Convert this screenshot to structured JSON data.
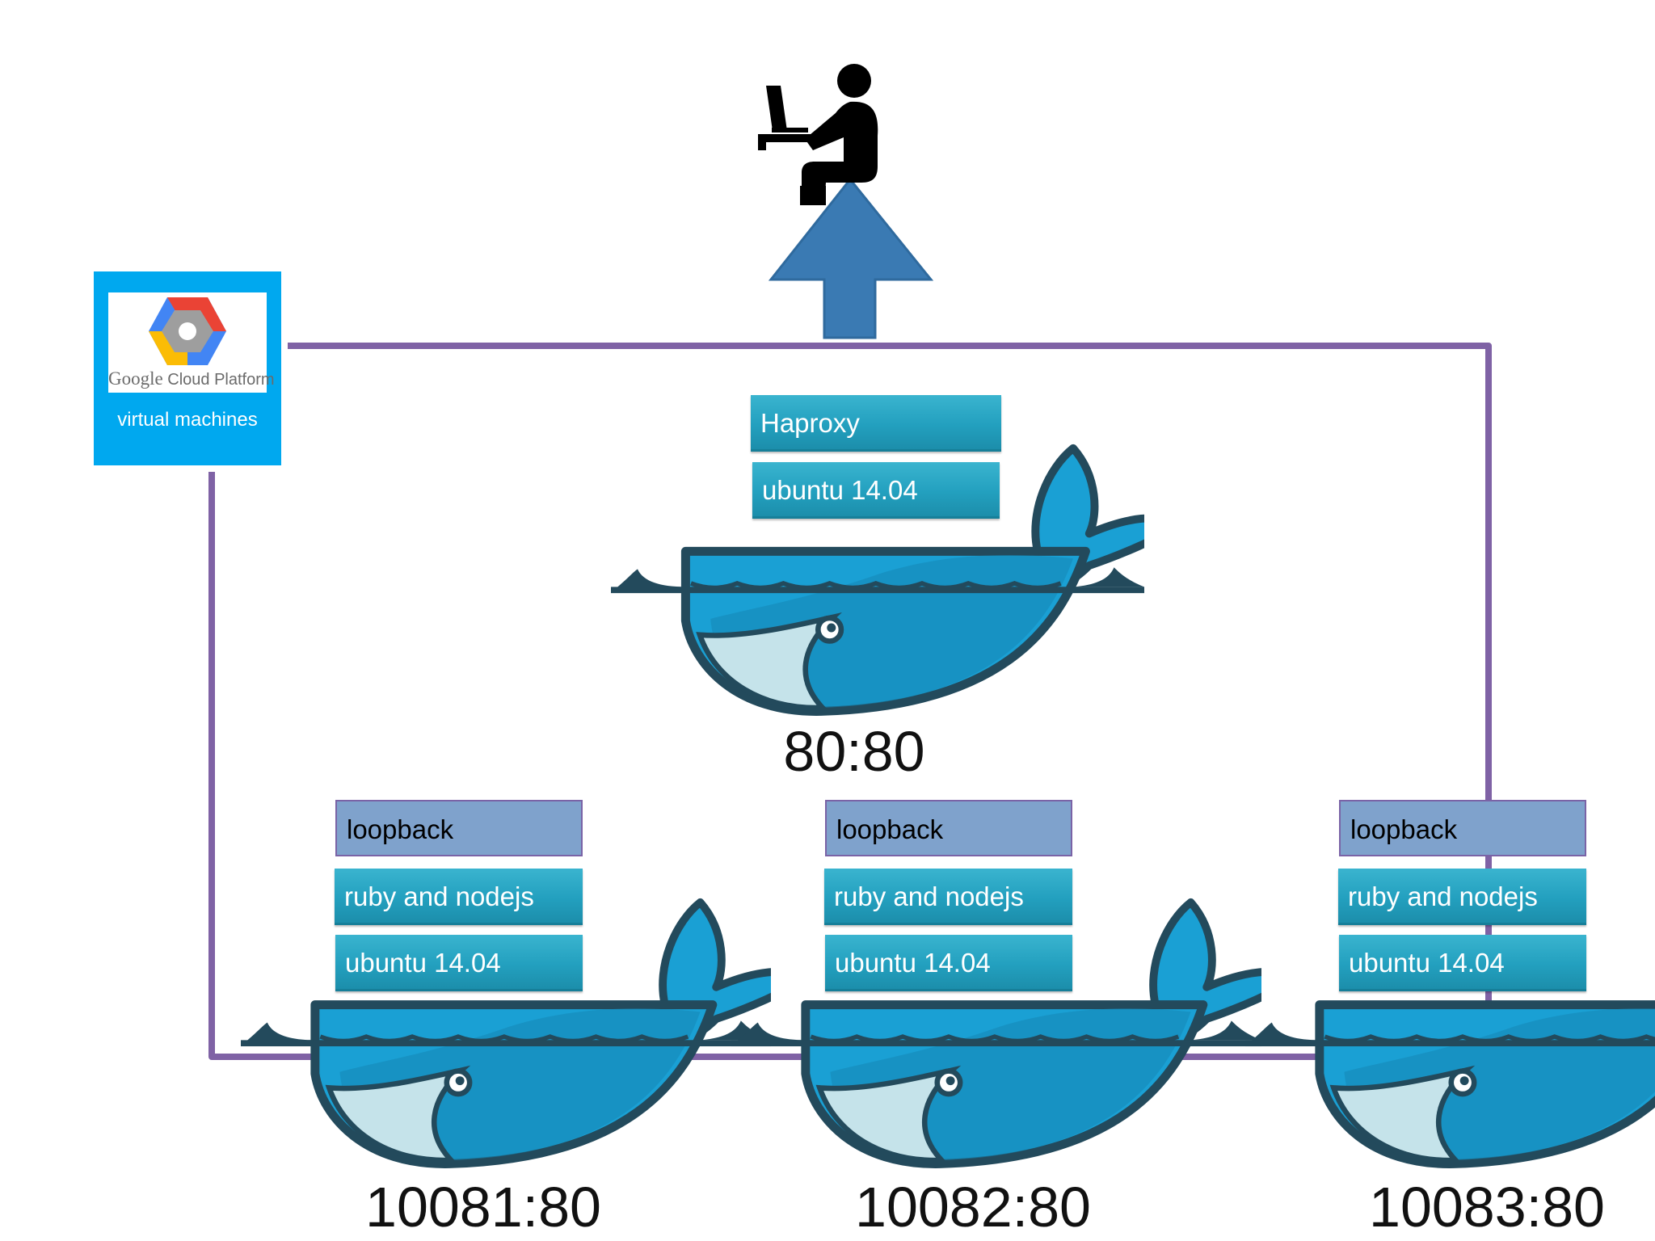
{
  "platform": {
    "logo_google": "Google",
    "logo_platform": "Cloud Platform",
    "caption": "virtual machines",
    "logo_colors": [
      "#4285f4",
      "#ea4335",
      "#fbbc05",
      "#34a853"
    ]
  },
  "colors": {
    "vm_border": "#7f62a5",
    "arrow": "#3a7ab3",
    "whale_body": "#1aa0d4",
    "whale_outline": "#234a5c",
    "container_layer": "#27a4c2",
    "loopback_layer": "#7fa2cc"
  },
  "icons": [
    "person-at-laptop-icon",
    "upload-arrow-icon",
    "docker-whale-icon"
  ],
  "proxy": {
    "layers": [
      "Haproxy",
      "ubuntu 14.04"
    ],
    "port": "80:80"
  },
  "apps": [
    {
      "layers": [
        "loopback",
        "ruby and nodejs",
        "ubuntu 14.04"
      ],
      "port": "10081:80"
    },
    {
      "layers": [
        "loopback",
        "ruby and nodejs",
        "ubuntu 14.04"
      ],
      "port": "10082:80"
    },
    {
      "layers": [
        "loopback",
        "ruby and nodejs",
        "ubuntu 14.04"
      ],
      "port": "10083:80"
    }
  ]
}
